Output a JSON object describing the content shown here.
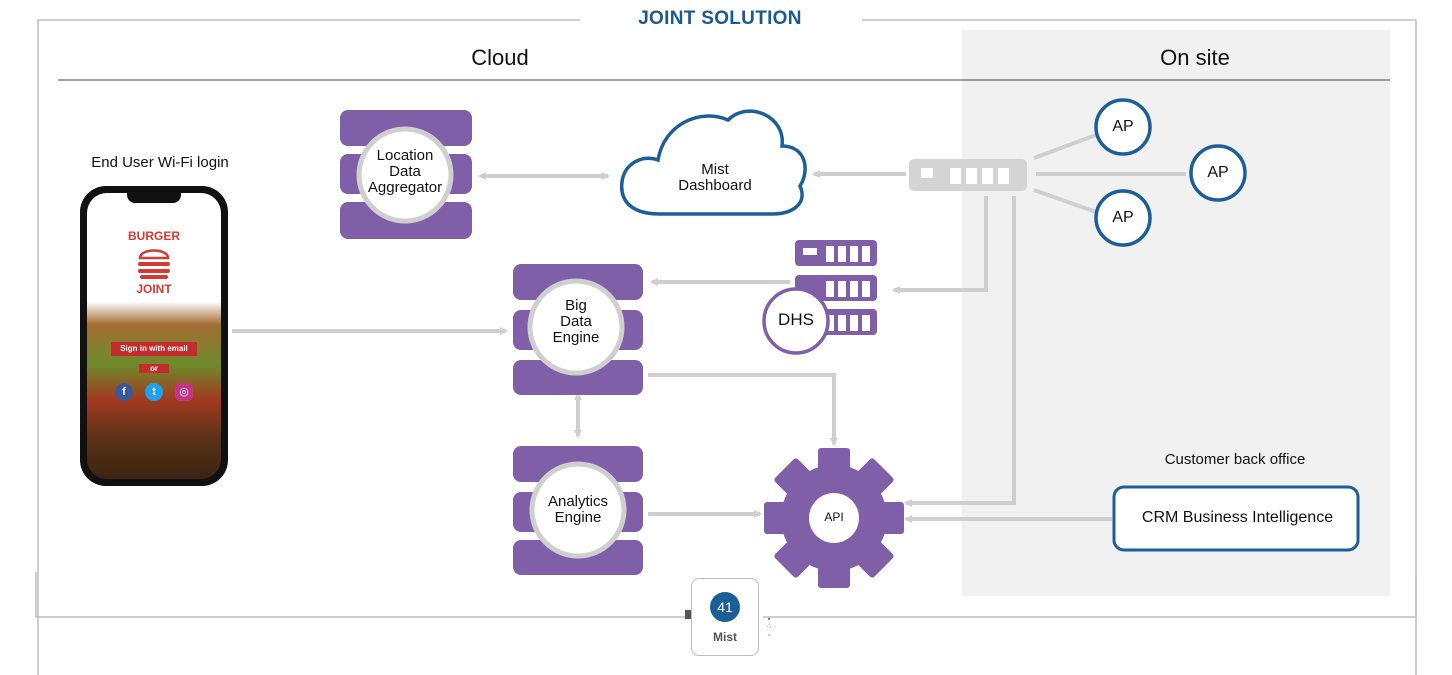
{
  "title": "JOINT SOLUTION",
  "sections": {
    "cloud": "Cloud",
    "onsite": "On site"
  },
  "phone": {
    "label": "End User Wi-Fi login",
    "brand_top": "BURGER",
    "brand_bottom": "JOINT",
    "signin": "Sign in with email",
    "or": "or",
    "social_icons": [
      "facebook-icon",
      "twitter-icon",
      "instagram-icon"
    ]
  },
  "nodes": {
    "location_aggregator": [
      "Location",
      "Data",
      "Aggregator"
    ],
    "mist_dashboard": [
      "Mist",
      "Dashboard"
    ],
    "big_data_engine": [
      "Big",
      "Data",
      "Engine"
    ],
    "analytics_engine": [
      "Analytics",
      "Engine"
    ],
    "dhs": "DHS",
    "api": "API",
    "ap1": "AP",
    "ap2": "AP",
    "ap3": "AP"
  },
  "customer": {
    "caption": "Customer back office",
    "box": "CRM Business Intelligence"
  },
  "device": {
    "count": "41",
    "brand": "Mist"
  },
  "colors": {
    "purple": "#7f5fa8",
    "blue": "#1b5e98",
    "arrow": "#cfcfcf",
    "title": "#1c5a8a",
    "onsite_bg": "#f1f1f1"
  }
}
